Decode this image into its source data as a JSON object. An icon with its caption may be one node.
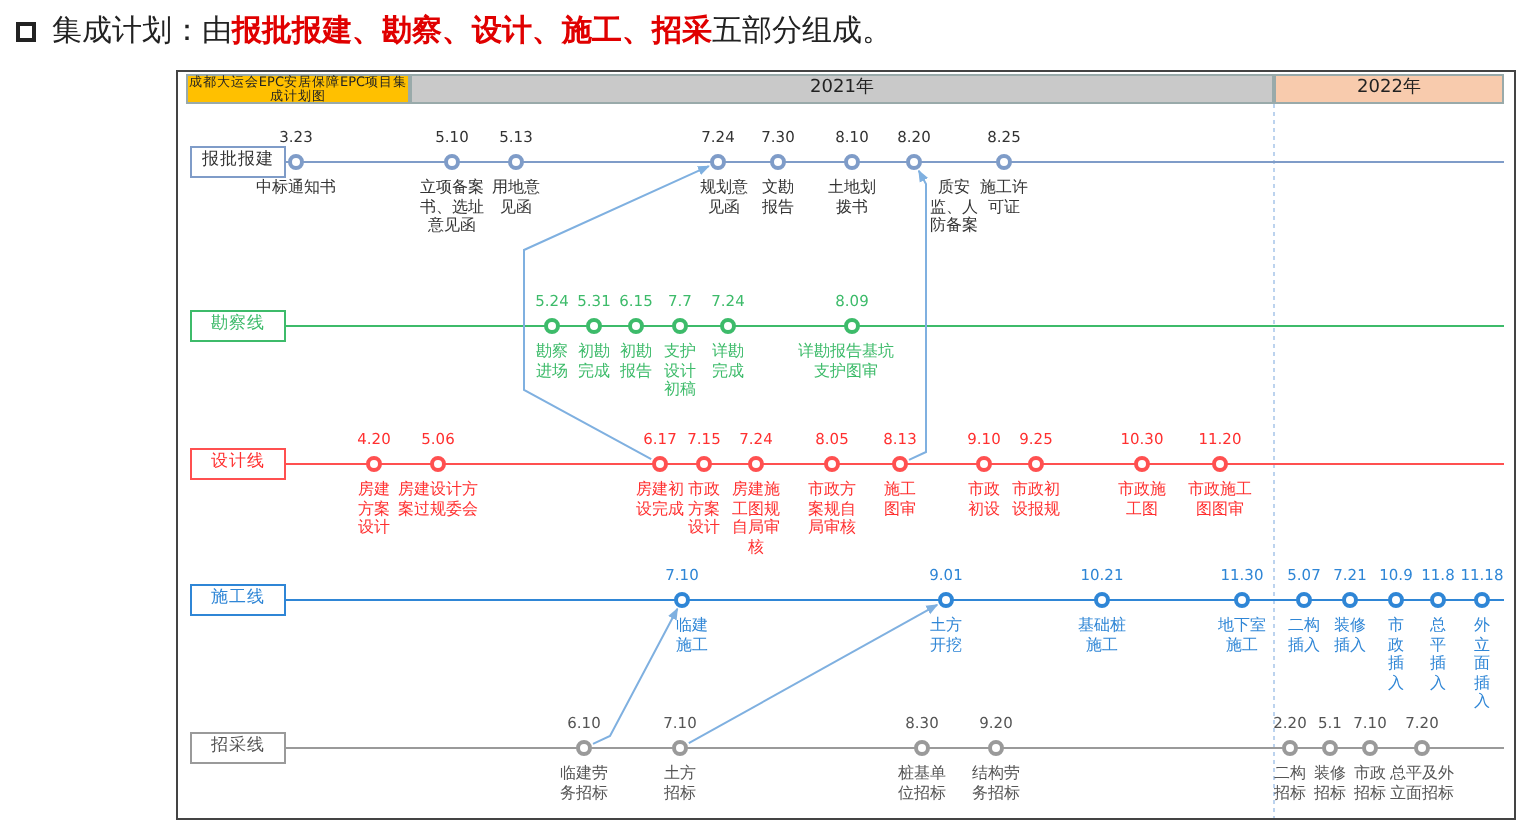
{
  "diagram": {
    "title": "集成计划：由**报批报建、勘察、设计、施工、招采**五部分组成。",
    "nodes": [
      {
        "text": [
          "成都大运会EPC安居保障EPC项目集成计划图"
        ]
      },
      {
        "text": [
          "2021年"
        ]
      },
      {
        "text": [
          "2022年"
        ]
      },
      {
        "text": [
          "报批报建"
        ]
      },
      {
        "text": [],
        "shape": "circle",
        "beside": [
          "3.23",
          "中标通知书"
        ]
      },
      {
        "text": [],
        "shape": "circle",
        "beside": [
          "5.10",
          "立项备案书、选址意见函"
        ]
      },
      {
        "text": [],
        "shape": "circle",
        "beside": [
          "5.13",
          "用地意见函"
        ]
      },
      {
        "text": [],
        "shape": "circle",
        "beside": [
          "7.24",
          "规划意见函"
        ]
      },
      {
        "text": [],
        "shape": "circle",
        "beside": [
          "7.30",
          "文勘报告"
        ]
      },
      {
        "text": [],
        "shape": "circle",
        "beside": [
          "8.10",
          "土地划拨书"
        ]
      },
      {
        "text": [],
        "shape": "circle",
        "beside": [
          "8.20",
          "质安监、人防备案"
        ]
      },
      {
        "text": [],
        "shape": "circle",
        "beside": [
          "8.25",
          "施工许可证"
        ]
      },
      {
        "text": [
          "勘察线"
        ]
      },
      {
        "text": [],
        "shape": "circle",
        "beside": [
          "5.24",
          "勘察进场"
        ]
      },
      {
        "text": [],
        "shape": "circle",
        "beside": [
          "5.31",
          "初勘完成"
        ]
      },
      {
        "text": [],
        "shape": "circle",
        "beside": [
          "6.15",
          "初勘报告"
        ]
      },
      {
        "text": [],
        "shape": "circle",
        "beside": [
          "7.7",
          "支护设计初稿"
        ]
      },
      {
        "text": [],
        "shape": "circle",
        "beside": [
          "7.24",
          "详勘完成"
        ]
      },
      {
        "text": [],
        "shape": "circle",
        "beside": [
          "8.09",
          "详勘报告基坑支护图审"
        ]
      },
      {
        "text": [
          "设计线"
        ]
      },
      {
        "text": [],
        "shape": "circle",
        "beside": [
          "4.20",
          "房建方案设计"
        ]
      },
      {
        "text": [],
        "shape": "circle",
        "beside": [
          "5.06",
          "房建设计方案过规委会"
        ]
      },
      {
        "text": [],
        "shape": "circle",
        "beside": [
          "6.17",
          "房建初设完成"
        ]
      },
      {
        "text": [],
        "shape": "circle",
        "beside": [
          "7.15",
          "市政方案设计"
        ]
      },
      {
        "text": [],
        "shape": "circle",
        "beside": [
          "7.24",
          "房建施工图规自局审核"
        ]
      },
      {
        "text": [],
        "shape": "circle",
        "beside": [
          "8.05",
          "市政方案规自局审核"
        ]
      },
      {
        "text": [],
        "shape": "circle",
        "beside": [
          "8.13",
          "施工图审"
        ]
      },
      {
        "text": [],
        "shape": "circle",
        "beside": [
          "9.10",
          "市政初设"
        ]
      },
      {
        "text": [],
        "shape": "circle",
        "beside": [
          "9.25",
          "市政初设报规"
        ]
      },
      {
        "text": [],
        "shape": "circle",
        "beside": [
          "10.30",
          "市政施工图"
        ]
      },
      {
        "text": [],
        "shape": "circle",
        "beside": [
          "11.20",
          "市政施工图图审"
        ]
      },
      {
        "text": [
          "施工线"
        ]
      },
      {
        "text": [],
        "shape": "circle",
        "beside": [
          "7.10",
          "临建施工"
        ]
      },
      {
        "text": [],
        "shape": "circle",
        "beside": [
          "9.01",
          "土方开挖"
        ]
      },
      {
        "text": [],
        "shape": "circle",
        "beside": [
          "10.21",
          "基础桩施工"
        ]
      },
      {
        "text": [],
        "shape": "circle",
        "beside": [
          "11.30",
          "地下室施工"
        ]
      },
      {
        "text": [],
        "shape": "circle",
        "beside": [
          "5.07",
          "二构插入"
        ]
      },
      {
        "text": [],
        "shape": "circle",
        "beside": [
          "7.21",
          "装修插入"
        ]
      },
      {
        "text": [],
        "shape": "circle",
        "beside": [
          "10.9",
          "市政插入"
        ]
      },
      {
        "text": [],
        "shape": "circle",
        "beside": [
          "11.8",
          "总平插入"
        ]
      },
      {
        "text": [],
        "shape": "circle",
        "beside": [
          "11.18",
          "外立面插入"
        ]
      },
      {
        "text": [
          "招采线"
        ]
      },
      {
        "text": [],
        "shape": "circle",
        "beside": [
          "6.10",
          "临建劳务招标"
        ]
      },
      {
        "text": [],
        "shape": "circle",
        "beside": [
          "7.10",
          "土方招标"
        ]
      },
      {
        "text": [],
        "shape": "circle",
        "beside": [
          "8.30",
          "桩基单位招标"
        ]
      },
      {
        "text": [],
        "shape": "circle",
        "beside": [
          "9.20",
          "结构劳务招标"
        ]
      },
      {
        "text": [],
        "shape": "circle",
        "beside": [
          "2.20",
          "二构招标"
        ]
      },
      {
        "text": [],
        "shape": "circle",
        "beside": [
          "5.1",
          "装修招标"
        ]
      },
      {
        "text": [],
        "shape": "circle",
        "beside": [
          "7.10",
          "市政招标"
        ]
      },
      {
        "text": [],
        "shape": "circle",
        "beside": [
          "7.20",
          "总平及外立面招标"
        ]
      }
    ],
    "edges": [
      {
        "from": 42,
        "to": 32,
        "arrow": "to"
      },
      {
        "from": 43,
        "to": 33,
        "arrow": "to"
      },
      {
        "from": 22,
        "to": 7,
        "arrow": "to"
      },
      {
        "from": 26,
        "to": 10,
        "arrow": "to"
      }
    ]
  }
}
